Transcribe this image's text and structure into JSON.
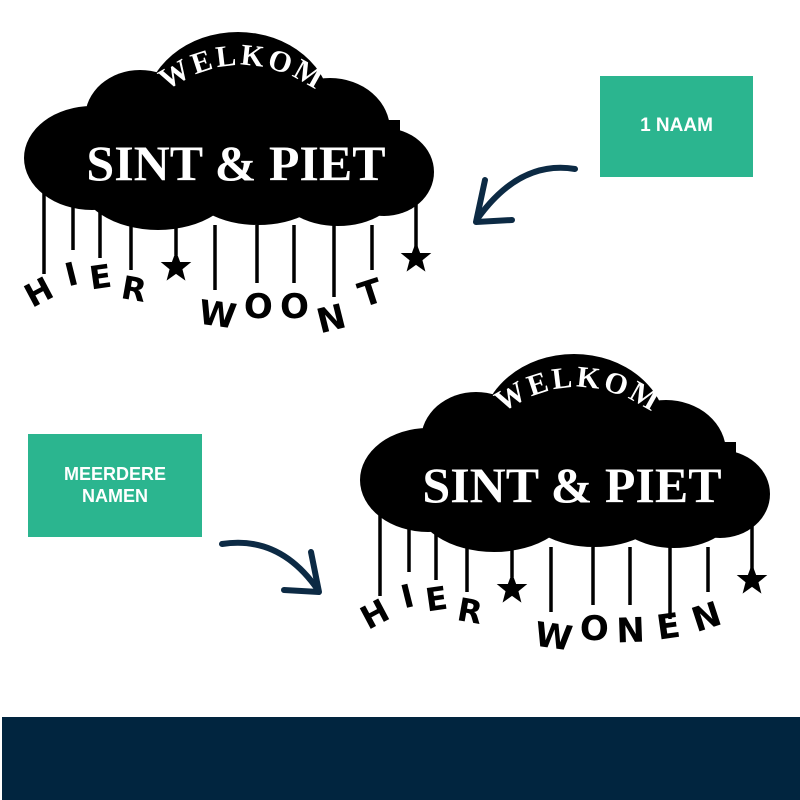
{
  "colors": {
    "background": "#ffffff",
    "label_green": "#2bb58f",
    "arrow_navy": "#0c2a44",
    "footer_navy": "#01253f",
    "cloud_black": "#000000",
    "cloud_text": "#ffffff"
  },
  "sign_single": {
    "arc_text": "WELKOM",
    "main_text": "SINT & PIET",
    "hanging_left": "HIER",
    "hanging_right": "WOONT",
    "hanging_left_letters": [
      "H",
      "I",
      "E",
      "R"
    ],
    "hanging_right_letters": [
      "W",
      "O",
      "O",
      "N",
      "T"
    ],
    "stars": 2
  },
  "sign_multiple": {
    "arc_text": "WELKOM",
    "main_text": "SINT & PIET",
    "hanging_left": "HIER",
    "hanging_right": "WONEN",
    "hanging_left_letters": [
      "H",
      "I",
      "E",
      "R"
    ],
    "hanging_right_letters": [
      "W",
      "O",
      "N",
      "E",
      "N"
    ],
    "stars": 2
  },
  "labels": {
    "single": "1 NAAM",
    "multiple_line1": "MEERDERE",
    "multiple_line2": "NAMEN"
  },
  "icons": {
    "arrow_1": "curved-arrow-down-left",
    "arrow_2": "curved-arrow-down-right",
    "star": "star-icon"
  }
}
